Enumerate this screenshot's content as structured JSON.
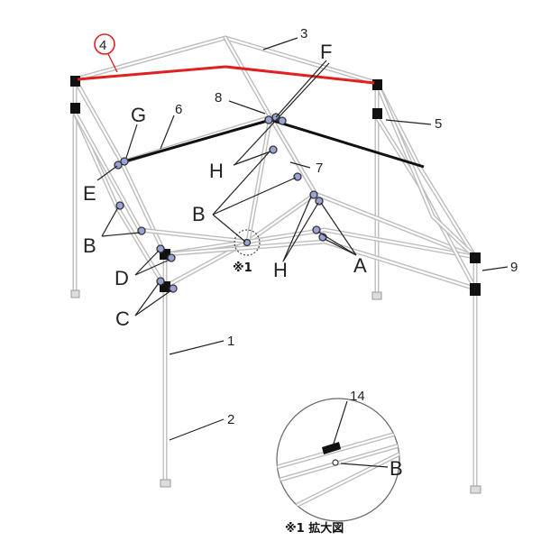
{
  "labels": {
    "part1": "1",
    "part2": "2",
    "part3": "3",
    "part4": "4",
    "part5": "5",
    "part6": "6",
    "part7": "7",
    "part8": "8",
    "part9": "9",
    "part14": "14",
    "A": "A",
    "B_top": "B",
    "B_left": "B",
    "B_zoom": "B",
    "C": "C",
    "D": "D",
    "E": "E",
    "F": "F",
    "G": "G",
    "H_top": "H",
    "H_low": "H",
    "note_marker": "※1",
    "zoom_caption": "※1 拡大図"
  },
  "colors": {
    "highlight": "#e02020",
    "black_bar": "#111111",
    "knob": "#9aa3d6",
    "frame": "#bdbdbd"
  }
}
